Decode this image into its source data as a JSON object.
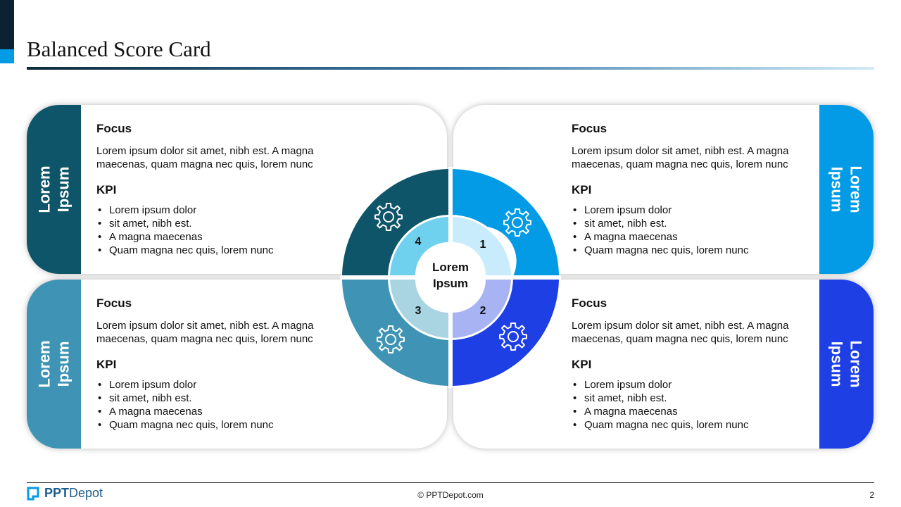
{
  "title": "Balanced Score Card",
  "colors": {
    "q1": "#039be5",
    "q2": "#1e3fe3",
    "q3": "#3f94b5",
    "q4": "#0f5569",
    "brand": "#1c5c8c"
  },
  "center_label": "Lorem\nIpsum",
  "cards": [
    {
      "tab": "Lorem\nIpsum",
      "focus_heading": "Focus",
      "focus_text": "Lorem ipsum dolor sit amet, nibh est. A magna maecenas, quam magna nec quis, lorem nunc",
      "kpi_heading": "KPI",
      "kpi_items": [
        "Lorem ipsum dolor",
        "sit amet, nibh est.",
        "A magna maecenas",
        "Quam magna nec quis, lorem nunc"
      ]
    },
    {
      "tab": "Lorem\nIpsum",
      "focus_heading": "Focus",
      "focus_text": "Lorem ipsum dolor sit amet, nibh est. A magna maecenas, quam magna nec quis, lorem nunc",
      "kpi_heading": "KPI",
      "kpi_items": [
        "Lorem ipsum dolor",
        "sit amet, nibh est.",
        "A magna maecenas",
        "Quam magna nec quis, lorem nunc"
      ]
    },
    {
      "tab": "Lorem\nIpsum",
      "focus_heading": "Focus",
      "focus_text": "Lorem ipsum dolor sit amet, nibh est. A magna maecenas, quam magna nec quis, lorem nunc",
      "kpi_heading": "KPI",
      "kpi_items": [
        "Lorem ipsum dolor",
        "sit amet, nibh est.",
        "A magna maecenas",
        "Quam magna nec quis, lorem nunc"
      ]
    },
    {
      "tab": "Lorem\nIpsum",
      "focus_heading": "Focus",
      "focus_text": "Lorem ipsum dolor sit amet, nibh est. A magna maecenas, quam magna nec quis, lorem nunc",
      "kpi_heading": "KPI",
      "kpi_items": [
        "Lorem ipsum dolor",
        "sit amet, nibh est.",
        "A magna maecenas",
        "Quam magna nec quis, lorem nunc"
      ]
    }
  ],
  "quadrant_numbers": [
    "4",
    "1",
    "3",
    "2"
  ],
  "footer": {
    "logo_bold": "PPT",
    "logo_rest": "Depot",
    "copyright": "© PPTDepot.com",
    "page_number": "2"
  }
}
